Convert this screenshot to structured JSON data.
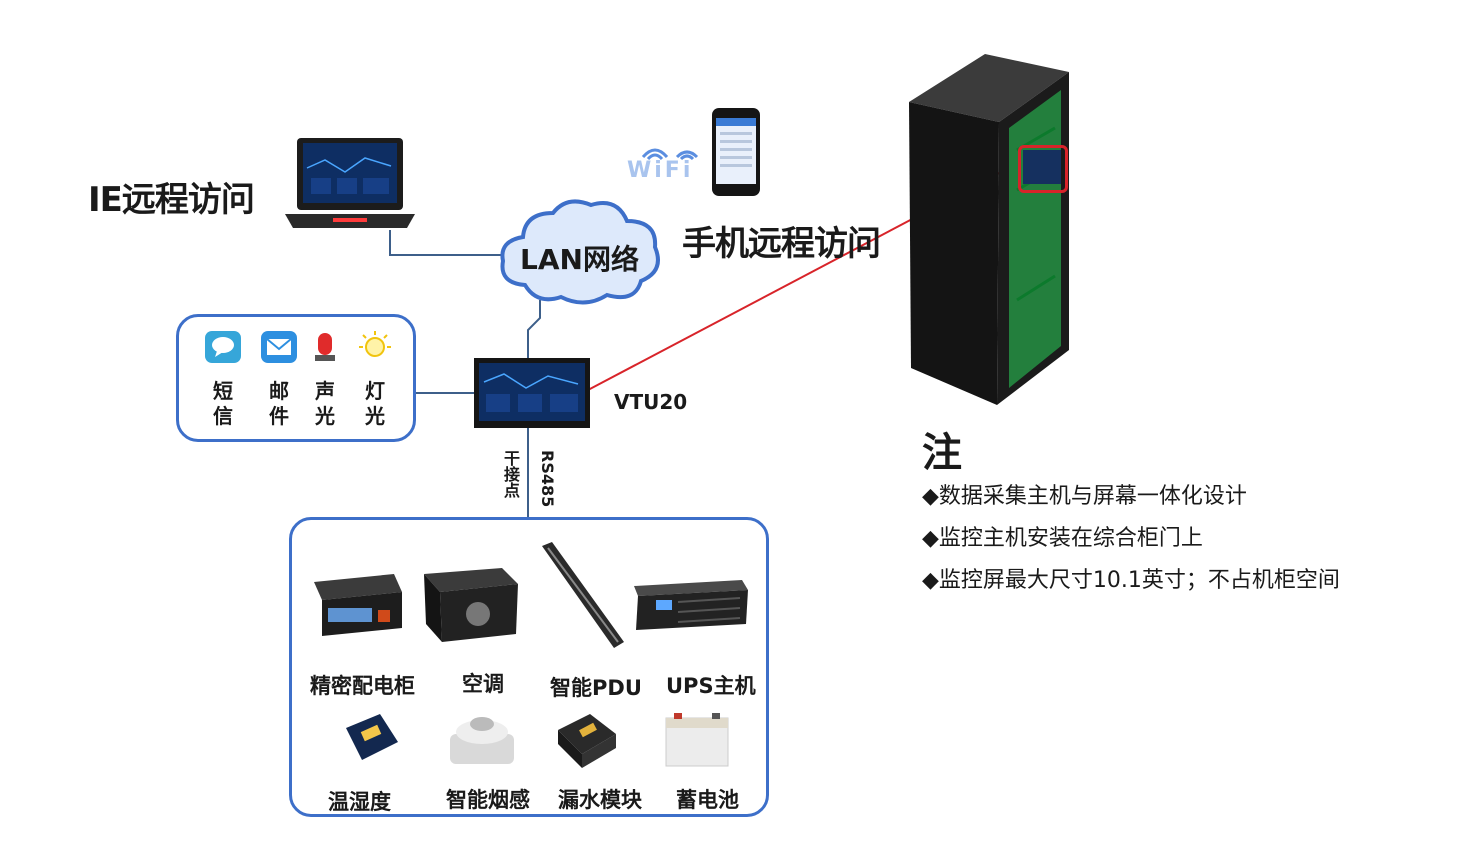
{
  "labels": {
    "ie_access": "IE远程访问",
    "mobile_access": "手机远程访问",
    "lan": "LAN网络",
    "wifi": "WiFi",
    "vtu": "VTU20",
    "dry_contact": "干接点",
    "rs485": "RS485"
  },
  "alarms": [
    {
      "text": "短信",
      "icon": "sms-icon"
    },
    {
      "text": "邮件",
      "icon": "mail-icon"
    },
    {
      "text": "声光",
      "icon": "siren-icon"
    },
    {
      "text": "灯光",
      "icon": "light-icon"
    }
  ],
  "devices": [
    {
      "text": "精密配电柜",
      "icon": "distribution-cabinet-icon"
    },
    {
      "text": "空调",
      "icon": "air-conditioner-icon"
    },
    {
      "text": "智能PDU",
      "icon": "pdu-icon"
    },
    {
      "text": "UPS主机",
      "icon": "ups-icon"
    },
    {
      "text": "温湿度",
      "icon": "temp-humidity-sensor-icon"
    },
    {
      "text": "智能烟感",
      "icon": "smoke-detector-icon"
    },
    {
      "text": "漏水模块",
      "icon": "water-leak-module-icon"
    },
    {
      "text": "蓄电池",
      "icon": "battery-icon"
    }
  ],
  "notes": {
    "title": "注",
    "items": [
      "◆数据采集主机与屏幕一体化设计",
      "◆监控主机安装在综合柜门上",
      "◆监控屏最大尺寸10.1英寸；不占机柜空间"
    ]
  },
  "colors": {
    "line": "#3d5f8a",
    "red_link": "#d8242a",
    "box_border": "#3d6fc9",
    "cabinet_glow": "#2ee05a",
    "cloud": "#dde9fb"
  }
}
